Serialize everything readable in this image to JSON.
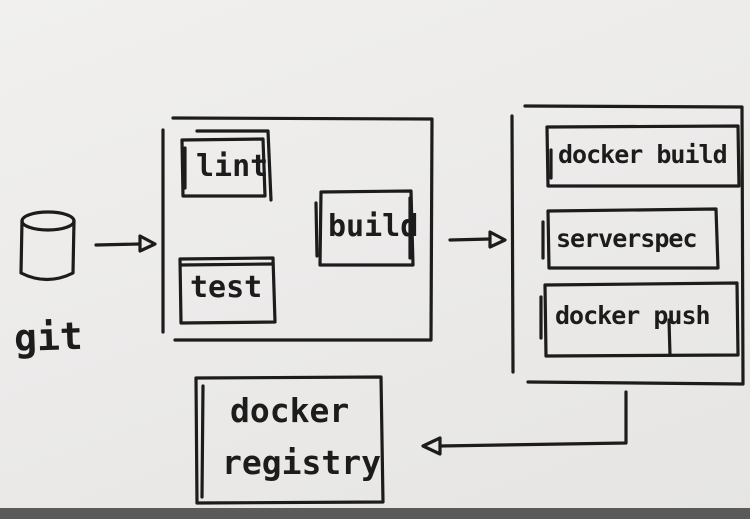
{
  "diagram": {
    "source": {
      "label": "git",
      "icon": "database-cylinder-icon"
    },
    "ci_stage": {
      "steps": [
        "lint",
        "test",
        "build"
      ]
    },
    "image_stage": {
      "steps": [
        "docker build",
        "serverspec",
        "docker push"
      ]
    },
    "registry": {
      "line1": "docker",
      "line2": "registry"
    },
    "colors": {
      "ink": "#1c1c1c",
      "paper": "#eeedeb"
    }
  }
}
